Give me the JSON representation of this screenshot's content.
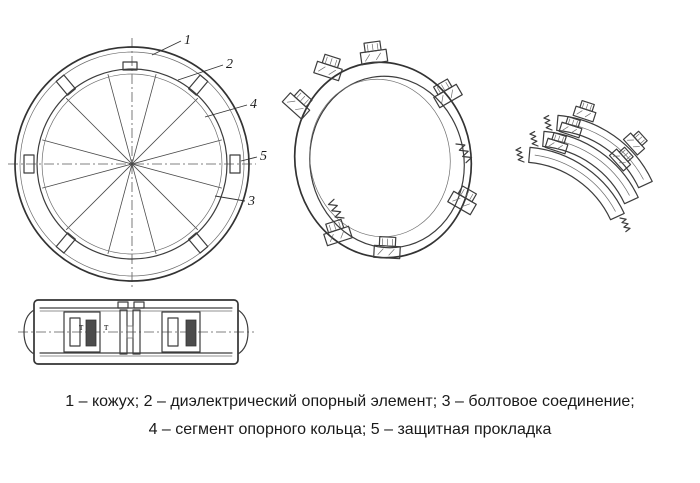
{
  "figure": {
    "callouts": {
      "n1": "1",
      "n2": "2",
      "n4": "4",
      "n5": "5",
      "n3": "3"
    },
    "side_view_labels": {
      "t1": "т",
      "t2": "т"
    }
  },
  "caption": {
    "line1": "1 – кожух; 2 – диэлектрический опорный элемент; 3 – болтовое соединение;",
    "line2": "4 – сегмент опорного кольца; 5 – защитная прокладка"
  }
}
